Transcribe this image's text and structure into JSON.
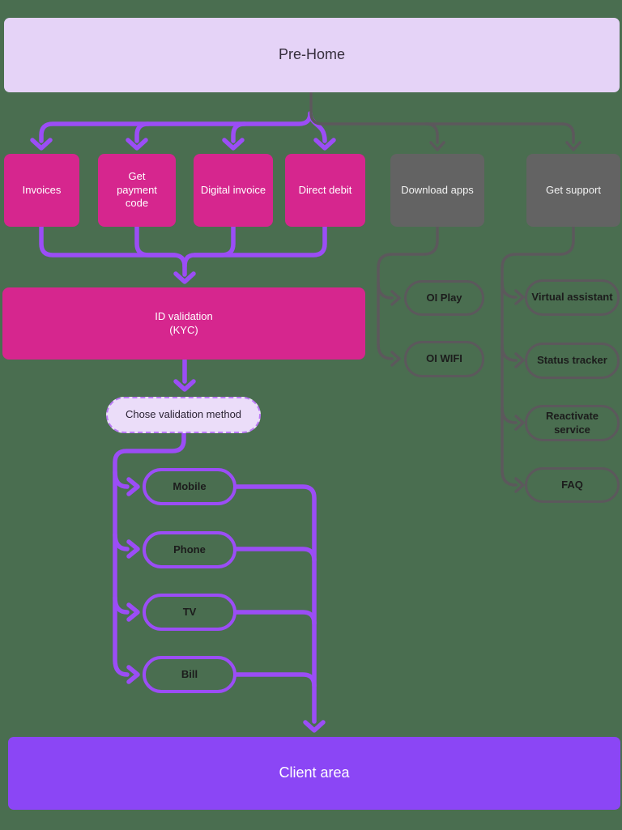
{
  "colors": {
    "background": "#4A6E50",
    "pink": "#D6268E",
    "purple_line": "#9B4DF6",
    "gray_line": "#5C585C",
    "gray_fill": "#636363",
    "lavender": "#E5D3F7",
    "chose_fill": "#EBDDF9",
    "chose_border": "#BA79F5",
    "client_purple": "#8B46F5",
    "dark_text": "#1C1C1C"
  },
  "header": {
    "title": "Pre-Home"
  },
  "level1": {
    "invoices": "Invoices",
    "payment_code": "Get payment code",
    "digital_invoice": "Digital invoice",
    "direct_debit": "Direct debit",
    "download_apps": "Download apps",
    "get_support": "Get support"
  },
  "kyc": {
    "title": "ID validation",
    "subtitle": "(KYC)"
  },
  "validation": {
    "label": "Chose validation method"
  },
  "services": {
    "mobile": "Mobile",
    "phone": "Phone",
    "tv": "TV",
    "bill": "Bill"
  },
  "apps": {
    "oi_play": "OI Play",
    "oi_wifi": "OI WIFI"
  },
  "support": {
    "virtual_assistant": "Virtual assistant",
    "status_tracker": "Status tracker",
    "reactivate_service": "Reactivate service",
    "faq": "FAQ"
  },
  "footer": {
    "title": "Client area"
  }
}
